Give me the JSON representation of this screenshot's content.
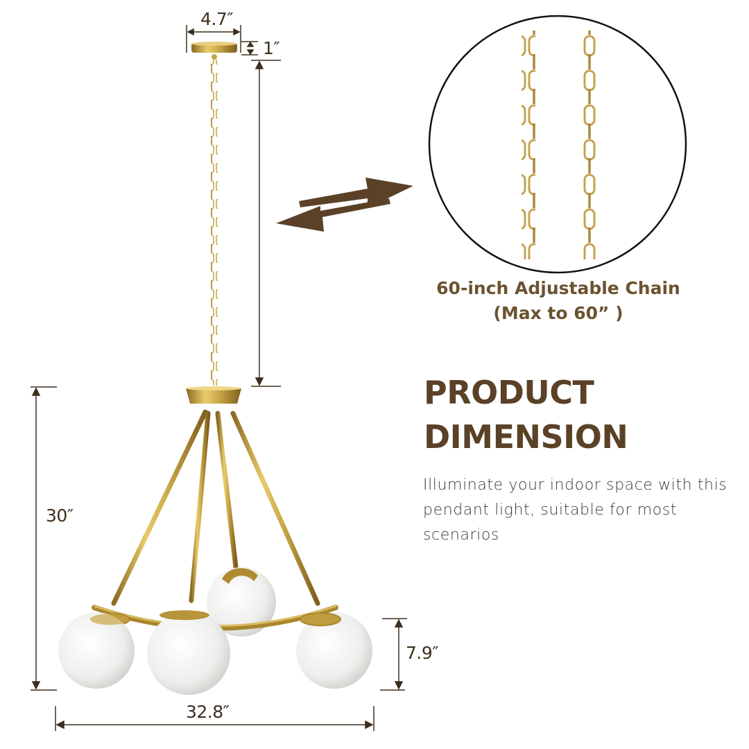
{
  "product": {
    "type": "pendant-light",
    "finish_color": "#c9a646",
    "accent_color": "#5a4127"
  },
  "dimensions": {
    "canopy_width": "4.7″",
    "canopy_height": "1″",
    "fixture_height": "30″",
    "fixture_width": "32.8″",
    "globe_diameter": "7.9″"
  },
  "chain_detail": {
    "caption_line1": "60-inch Adjustable Chain",
    "caption_line2": "(Max to 60” )"
  },
  "heading": {
    "line1": "PRODUCT",
    "line2": "DIMENSION"
  },
  "description": "Illuminate your indoor space with this pendant light, suitable for most scenarios"
}
